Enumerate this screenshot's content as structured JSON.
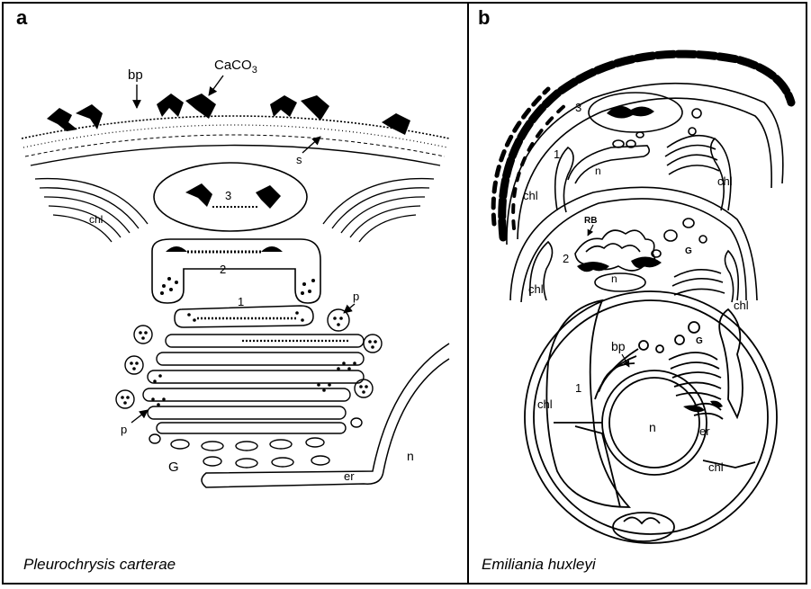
{
  "panels": [
    {
      "letter": "a",
      "caption": "Pleurochrysis carterae",
      "labels": {
        "bp": "bp",
        "caco3": "CaCO",
        "caco3_sub": "3",
        "s": "s",
        "chl": "chl",
        "stage3": "3",
        "stage2": "2",
        "stage1": "1",
        "p_top": "p",
        "p_bottom": "p",
        "G": "G",
        "er": "er",
        "n": "n"
      }
    },
    {
      "letter": "b",
      "caption": "Emiliania huxleyi",
      "labels": {
        "stage3": "3",
        "stage1_top": "1",
        "n_top": "n",
        "chl_top_left": "chl",
        "chl_top_right": "chl",
        "RB": "RB",
        "stage2": "2",
        "G_mid": "G",
        "n_mid": "n",
        "chl_mid_left": "chl",
        "chl_mid_right": "chl",
        "bp": "bp",
        "G_bottom": "G",
        "stage1_bottom": "1",
        "chl_bottom_left": "chl",
        "n_bottom": "n",
        "er": "er",
        "chl_bottom_right": "chl"
      }
    }
  ]
}
